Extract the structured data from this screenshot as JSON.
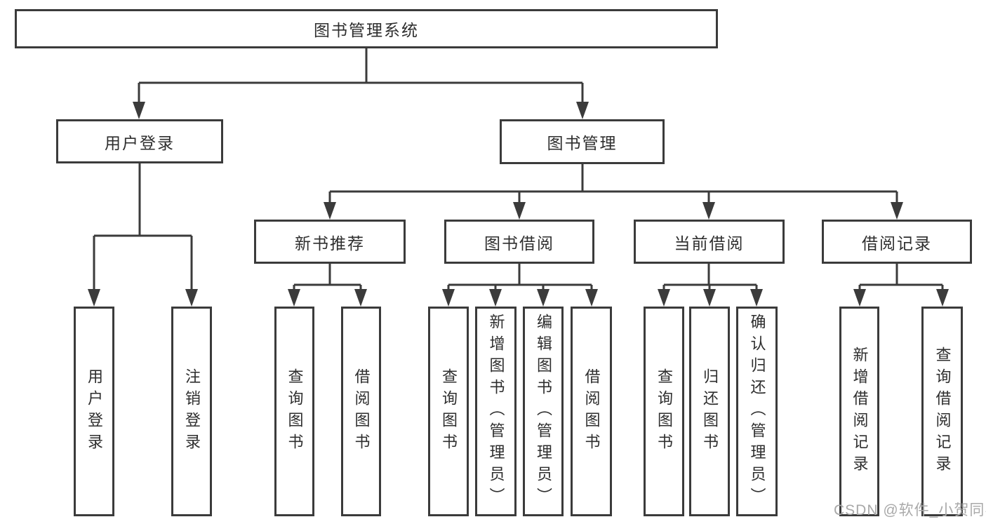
{
  "diagram": {
    "root": {
      "label": "图书管理系统"
    },
    "children": [
      {
        "label": "用户登录",
        "children": [
          {
            "label": "用户登录"
          },
          {
            "label": "注销登录"
          }
        ]
      },
      {
        "label": "图书管理",
        "children": [
          {
            "label": "新书推荐",
            "children": [
              {
                "label": "查询图书"
              },
              {
                "label": "借阅图书"
              }
            ]
          },
          {
            "label": "图书借阅",
            "children": [
              {
                "label": "查询图书"
              },
              {
                "label": "新增图书（管理员）"
              },
              {
                "label": "编辑图书（管理员）"
              },
              {
                "label": "借阅图书"
              }
            ]
          },
          {
            "label": "当前借阅",
            "children": [
              {
                "label": "查询图书"
              },
              {
                "label": "归还图书"
              },
              {
                "label": "确认归还（管理员）"
              }
            ]
          },
          {
            "label": "借阅记录",
            "children": [
              {
                "label": "新增借阅记录"
              },
              {
                "label": "查询借阅记录"
              }
            ]
          }
        ]
      }
    ]
  },
  "watermark": {
    "text": "CSDN @软件_小贺同学"
  },
  "colors": {
    "line": "#3b3b3b",
    "text": "#2e2e2e",
    "watermark": "#a9a9a9",
    "background": "#ffffff"
  }
}
